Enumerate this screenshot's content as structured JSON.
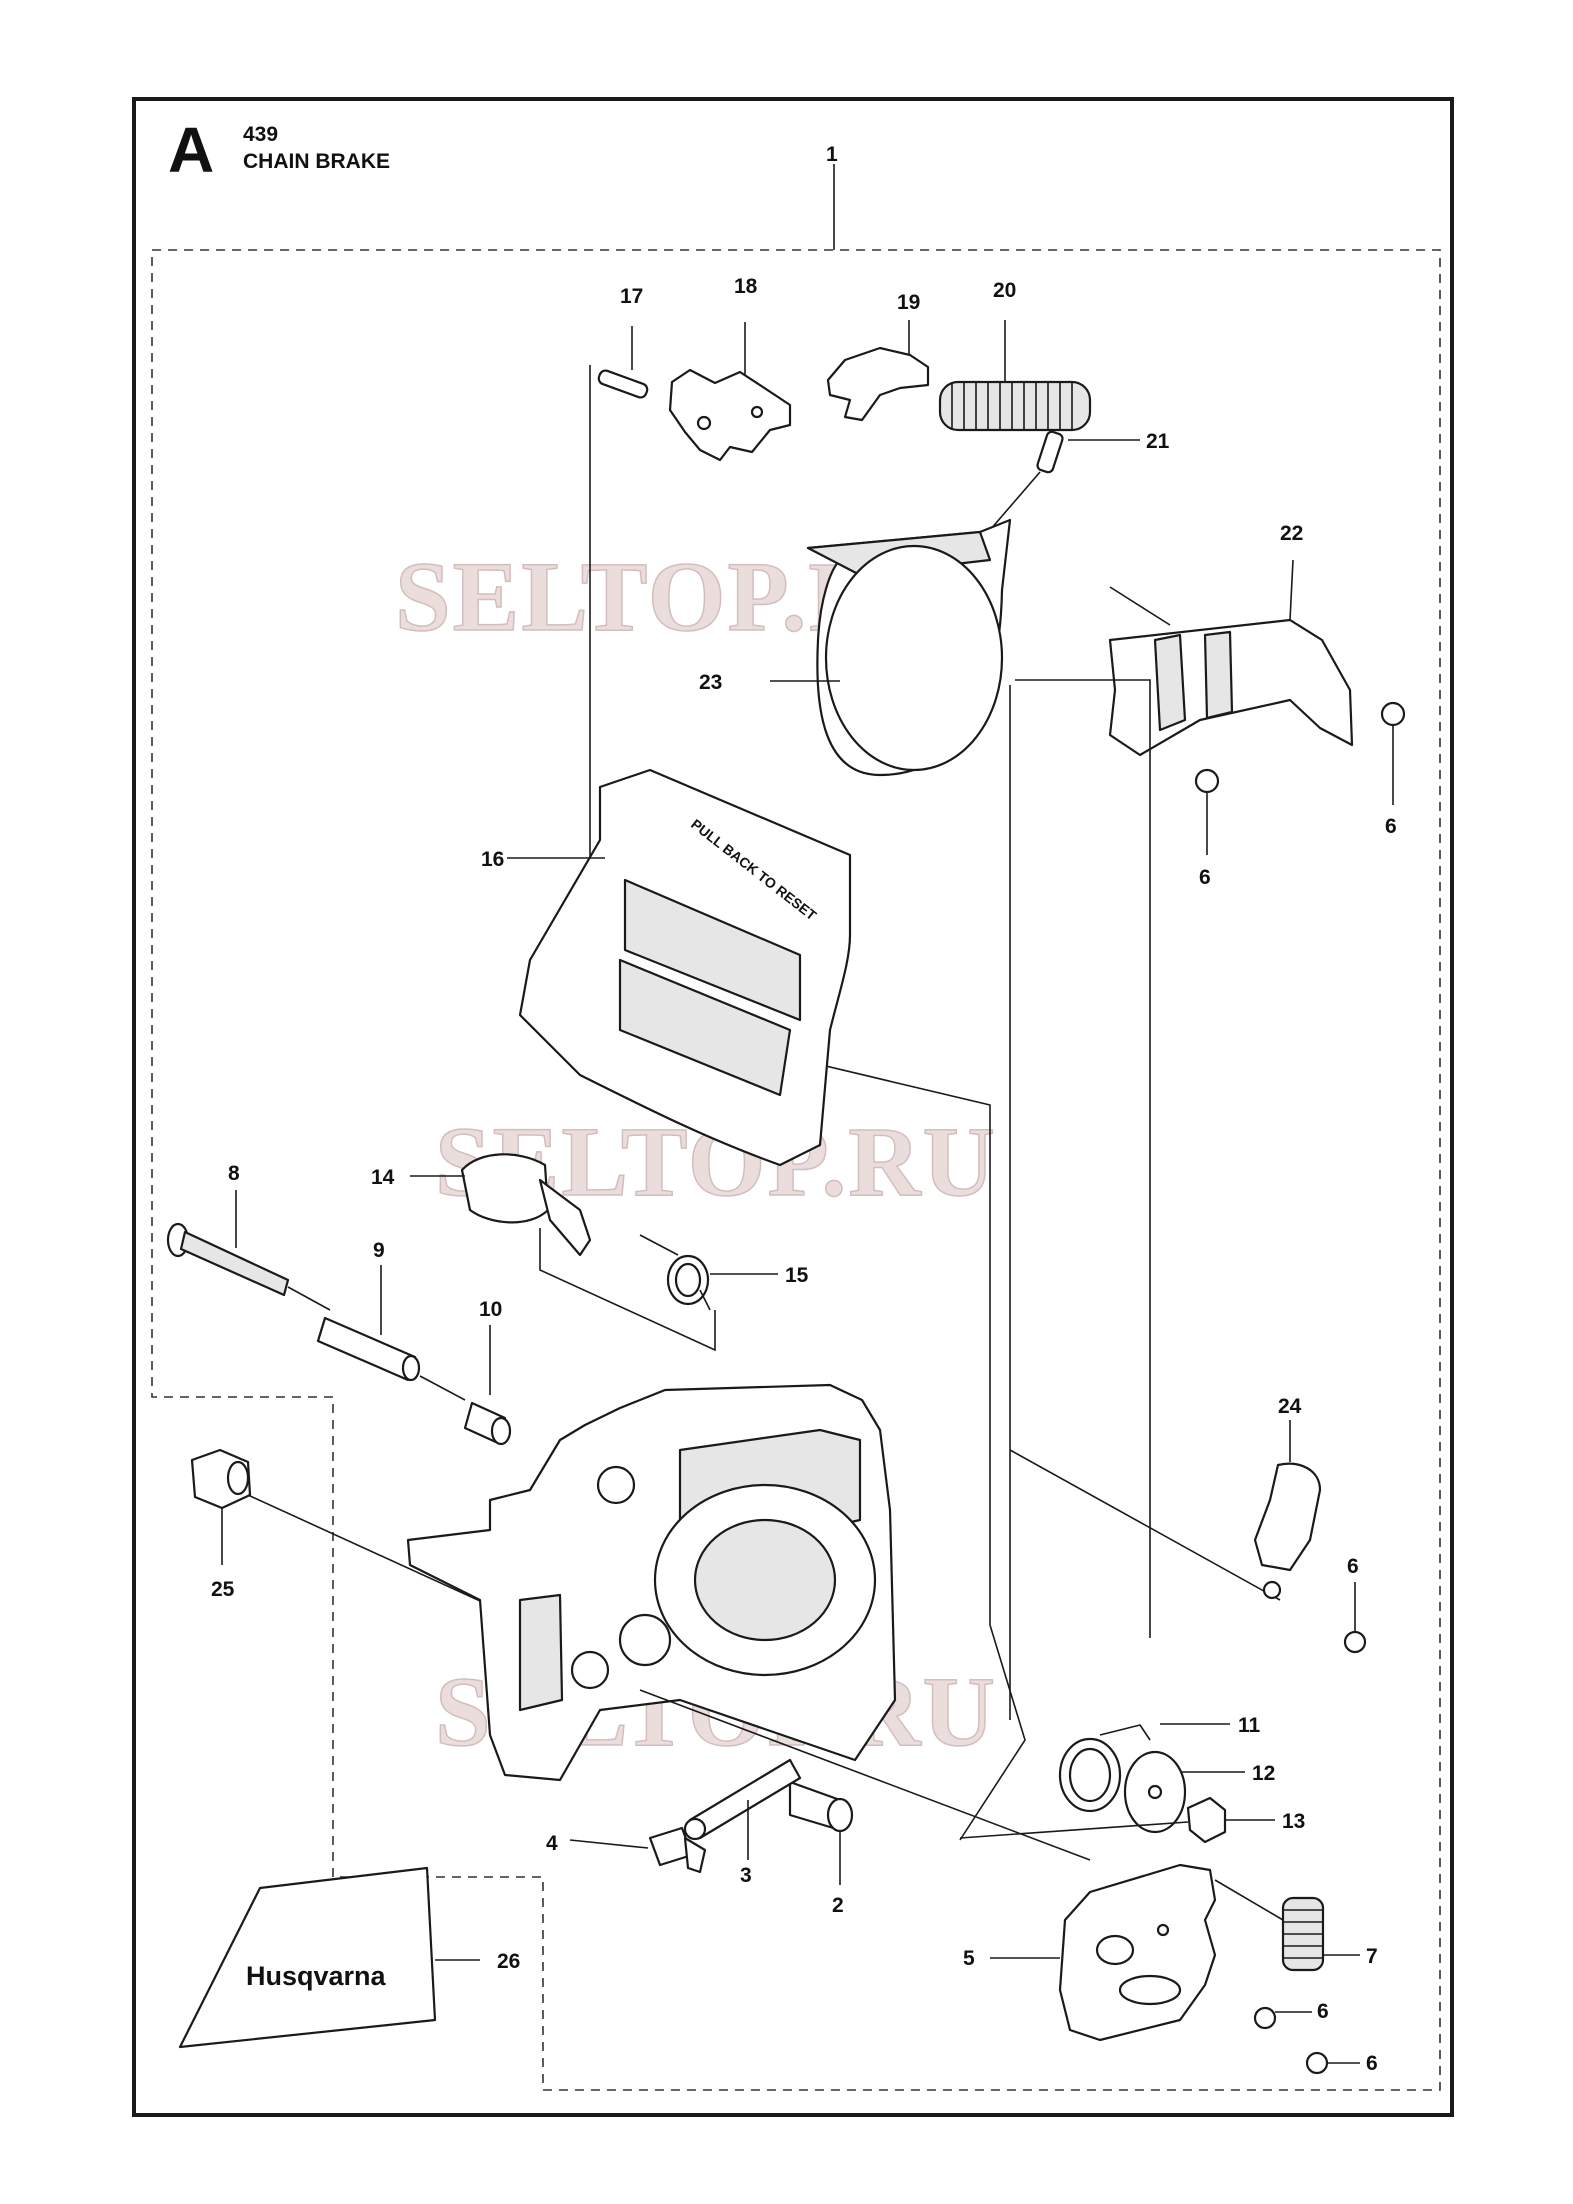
{
  "header": {
    "section_letter": "A",
    "model": "439",
    "title": "CHAIN BRAKE"
  },
  "watermark": "SELTOP.RU",
  "decal_text": "Husqvarna",
  "handguard_text": "PULL BACK TO RESET",
  "callouts": [
    "1",
    "2",
    "3",
    "4",
    "5",
    "6",
    "7",
    "8",
    "9",
    "10",
    "11",
    "12",
    "13",
    "14",
    "15",
    "16",
    "17",
    "18",
    "19",
    "20",
    "21",
    "22",
    "23",
    "24",
    "25",
    "26"
  ],
  "colors": {
    "line": "#1a1a1a",
    "watermark": "#e7d8d6"
  }
}
